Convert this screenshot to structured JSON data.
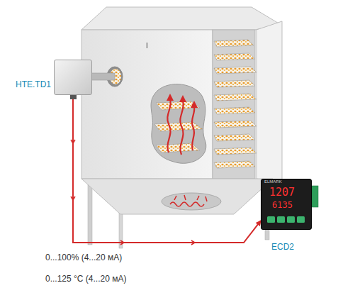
{
  "diagram": {
    "nodes": [
      {
        "text": [
          "HTE.TD1"
        ]
      },
      {
        "text": [
          "ECD2"
        ]
      }
    ],
    "edges": [
      {
        "from": 0,
        "to": 1,
        "arrow": "to"
      }
    ],
    "labels": [
      "0...100% (4...20 мА)",
      "0...125 °C (4...20 мА)",
      "1207",
      "6135",
      "ELMARK"
    ]
  }
}
